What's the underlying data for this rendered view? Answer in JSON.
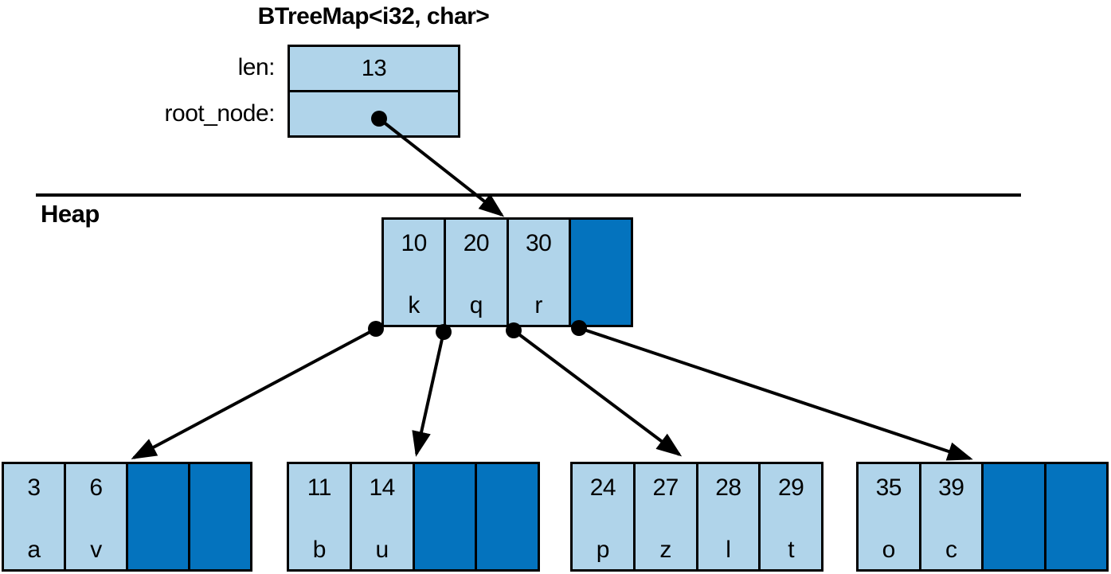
{
  "title": "BTreeMap<i32, char>",
  "colors": {
    "light": "#B0D4EA",
    "dark": "#0473BE"
  },
  "stack": {
    "fields": [
      {
        "label": "len:",
        "value": "13"
      },
      {
        "label": "root_node:",
        "value": "pointer"
      }
    ]
  },
  "heap": {
    "label": "Heap"
  },
  "tree": {
    "root": {
      "cells": [
        {
          "key": "10",
          "value": "k"
        },
        {
          "key": "20",
          "value": "q"
        },
        {
          "key": "30",
          "value": "r"
        },
        {
          "empty": true
        }
      ]
    },
    "leaves": [
      {
        "cells": [
          {
            "key": "3",
            "value": "a"
          },
          {
            "key": "6",
            "value": "v"
          },
          {
            "empty": true
          },
          {
            "empty": true
          }
        ]
      },
      {
        "cells": [
          {
            "key": "11",
            "value": "b"
          },
          {
            "key": "14",
            "value": "u"
          },
          {
            "empty": true
          },
          {
            "empty": true
          }
        ]
      },
      {
        "cells": [
          {
            "key": "24",
            "value": "p"
          },
          {
            "key": "27",
            "value": "z"
          },
          {
            "key": "28",
            "value": "l"
          },
          {
            "key": "29",
            "value": "t"
          }
        ]
      },
      {
        "cells": [
          {
            "key": "35",
            "value": "o"
          },
          {
            "key": "39",
            "value": "c"
          },
          {
            "empty": true
          },
          {
            "empty": true
          }
        ]
      }
    ],
    "pointers": [
      {
        "from": "stack-root_node-field",
        "to": "root-node"
      },
      {
        "from": "root-node-slot-0",
        "to": "leaf-node-1"
      },
      {
        "from": "root-node-slot-1",
        "to": "leaf-node-2"
      },
      {
        "from": "root-node-slot-2",
        "to": "leaf-node-3"
      },
      {
        "from": "root-node-slot-3",
        "to": "leaf-node-4"
      }
    ]
  }
}
